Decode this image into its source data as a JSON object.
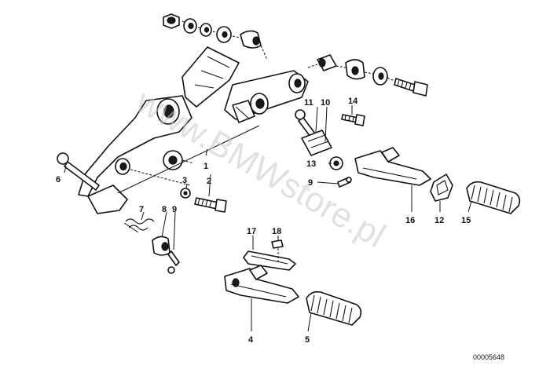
{
  "watermark": "www.BMWstore.pl",
  "diagram_code": "00005648",
  "callouts": {
    "c1": "1",
    "c2": "2",
    "c3": "3",
    "c4": "4",
    "c5": "5",
    "c6": "6",
    "c7": "7",
    "c8": "8",
    "c9a": "9",
    "c9b": "9",
    "c10": "10",
    "c11": "11",
    "c12": "12",
    "c13": "13",
    "c14": "14",
    "c15": "15",
    "c16": "16",
    "c17": "17",
    "c18": "18"
  }
}
